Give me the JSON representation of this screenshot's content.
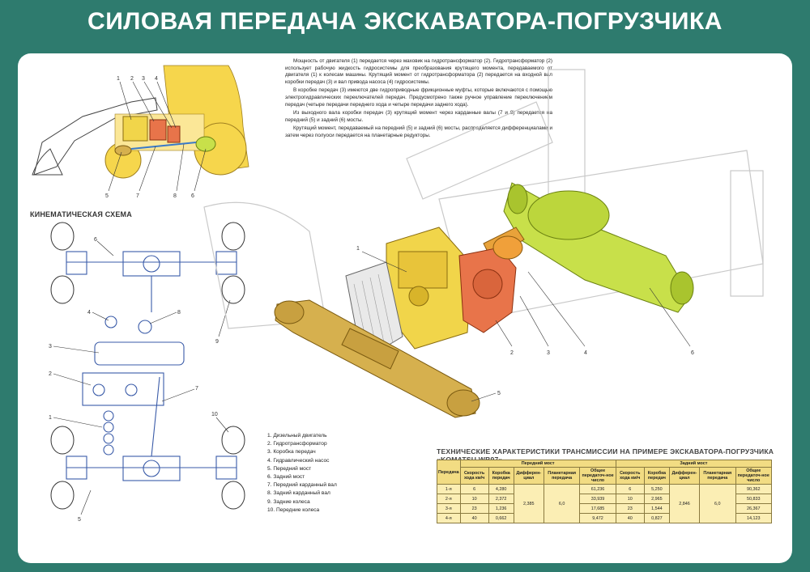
{
  "title": "СИЛОВАЯ ПЕРЕДАЧА ЭКСКАВАТОРА-ПОГРУЗЧИКА",
  "description": [
    "Мощность от двигателя (1) передается через маховик на гидротрансформатор (2). Гидротрансформатор (2) использует рабочую жидкость гидросистемы для преобразования крутящего момента, передаваемого от двигателя (1) к колесам машины. Крутящий момент от гидротрансформатора (2) передается на входной вал коробки передач (3) и вал привода насоса (4) гидросистемы.",
    "В коробке передач (3) имеются две гидроприводные фрикционные муфты, которые включаются с помощью электрогидравлических переключателей передач. Предусмотрено также ручное управление переключением передач (четыре передачи переднего хода и четыре передачи заднего хода).",
    "Из выходного вала коробки передач (3) крутящий момент через карданные валы (7 и 8) передается на передний (5) и задний (6) мосты.",
    "Крутящий момент, передаваемый на передний (5) и задний (6) мосты, распределяется дифференциалами и затем через полуоси передается на планетарные редукторы."
  ],
  "kinematic_title": "КИНЕМАТИЧЕСКАЯ СХЕМА",
  "legend": [
    "1. Дизельный двигатель",
    "2. Гидротрансформатор",
    "3. Коробка передач",
    "4. Гидравлический насос",
    "5. Передний мост",
    "6. Задний мост",
    "7. Передний карданный вал",
    "8. Задний карданный вал",
    "9. Задние колеса",
    "10. Передние колеса"
  ],
  "loader_callouts": [
    "1",
    "2",
    "3",
    "4",
    "5",
    "7",
    "8",
    "6"
  ],
  "scheme_callouts": [
    "6",
    "4",
    "8",
    "3",
    "2",
    "7",
    "1",
    "10",
    "9",
    "5"
  ],
  "assembly_callouts": [
    "1",
    "2",
    "3",
    "4",
    "6",
    "5"
  ],
  "spec": {
    "title": "ТЕХНИЧЕСКИЕ ХАРАКТЕРИСТИКИ ТРАНСМИССИИ НА ПРИМЕРЕ ЭКСКАВАТОРА-ПОГРУЗЧИКА «KOMATSU WB97»",
    "group_front": "Передний мост",
    "group_rear": "Задний мост",
    "col_gear": "Передача",
    "cols": [
      "Скорость хода км/ч",
      "Коробка передач",
      "Дифферен-циал",
      "Планетарная передача",
      "Общее передаточ-ное число"
    ],
    "rows": [
      {
        "gear": "1-я",
        "f_speed": "6",
        "f_box": "4,280",
        "f_total": "61,236",
        "r_speed": "6",
        "r_box": "5,250",
        "r_total": "90,362"
      },
      {
        "gear": "2-я",
        "f_speed": "10",
        "f_box": "2,372",
        "f_total": "33,939",
        "r_speed": "10",
        "r_box": "2,965",
        "r_total": "50,833"
      },
      {
        "gear": "3-я",
        "f_speed": "23",
        "f_box": "1,236",
        "f_total": "17,685",
        "r_speed": "23",
        "r_box": "1,544",
        "r_total": "26,367"
      },
      {
        "gear": "4-я",
        "f_speed": "40",
        "f_box": "0,662",
        "f_total": "9,472",
        "r_speed": "40",
        "r_box": "0,827",
        "r_total": "14,123"
      }
    ],
    "f_diff": "2,385",
    "f_planet": "6,0",
    "r_diff": "2,846",
    "r_planet": "6,0"
  },
  "colors": {
    "background": "#2e7b6e",
    "engine": "#f1d54a",
    "converter": "#e8744a",
    "rear_axle": "#c8e04a",
    "front_axle": "#d6b04e",
    "scheme_line": "#3a5ba8"
  }
}
